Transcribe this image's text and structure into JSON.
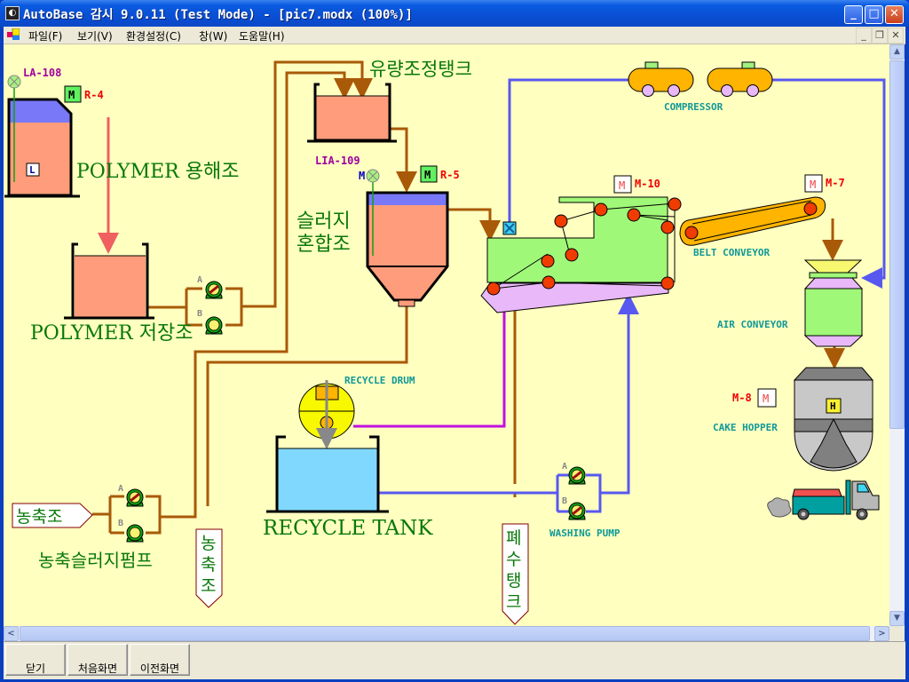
{
  "window": {
    "title": "AutoBase 감시 9.0.11 (Test Mode) - [pic7.modx (100%)]",
    "controls": {
      "minimize": "_",
      "maximize": "□",
      "close": "✕"
    }
  },
  "menu": {
    "items": [
      "파일(F)",
      "보기(V)",
      "환경설정(C)",
      "창(W)",
      "도움말(H)"
    ],
    "mdi_controls": {
      "minimize": "_",
      "restore": "❐",
      "close": "✕"
    }
  },
  "diagram": {
    "tanks": {
      "polymer_dissolve": {
        "label": "POLYMER 용해조",
        "level_tag": "LA-108",
        "motor_tag": "R-4",
        "indicator": "L"
      },
      "polymer_storage": {
        "label": "POLYMER 저장조"
      },
      "flow_tank": {
        "label": "유량조정탱크"
      },
      "sludge_mix": {
        "label_line1": "슬러지",
        "label_line2": "혼합조",
        "level_tag": "LIA-109",
        "motor_tag": "R-5",
        "level_prefix": "M"
      },
      "recycle_tank": {
        "label": "RECYCLE TANK"
      },
      "recycle_drum": {
        "label": "RECYCLE DRUM"
      }
    },
    "equipment": {
      "compressor": {
        "label": "COMPRESSOR"
      },
      "belt_press": {
        "motor_tag": "M-10"
      },
      "belt_conveyor": {
        "label": "BELT CONVEYOR",
        "motor_tag": "M-7"
      },
      "air_conveyor": {
        "label": "AIR CONVEYOR"
      },
      "cake_hopper": {
        "label": "CAKE HOPPER",
        "motor_tag": "M-8",
        "indicator": "H"
      },
      "washing_pump": {
        "label": "WASHING PUMP",
        "a": "A",
        "b": "B"
      },
      "polymer_pump": {
        "a": "A",
        "b": "B"
      },
      "thickened_sludge_pump": {
        "label": "농축슬러지펌프",
        "a": "A",
        "b": "B"
      }
    },
    "motor_glyph": "M",
    "flags": {
      "thickener_in": "농축조",
      "thickener_out": [
        "농",
        "축",
        "조"
      ],
      "waste_tank": [
        "폐",
        "수",
        "탱",
        "크"
      ]
    },
    "colors": {
      "background": "#ffffc0",
      "sludge_pipe": "#a85a08",
      "air_pipe": "#5858f0",
      "recycle_pipe": "#c010e0",
      "polymer_pipe": "#f06060",
      "tank_fill": "#ff9c7c",
      "tank_top": "#7878f8",
      "label_green": "#087808",
      "label_teal": "#109898",
      "tag_red": "#f00000",
      "tag_purple": "#a000a0"
    }
  },
  "buttons": {
    "close": "닫기",
    "home": "처음화면",
    "previous": "이전화면"
  }
}
